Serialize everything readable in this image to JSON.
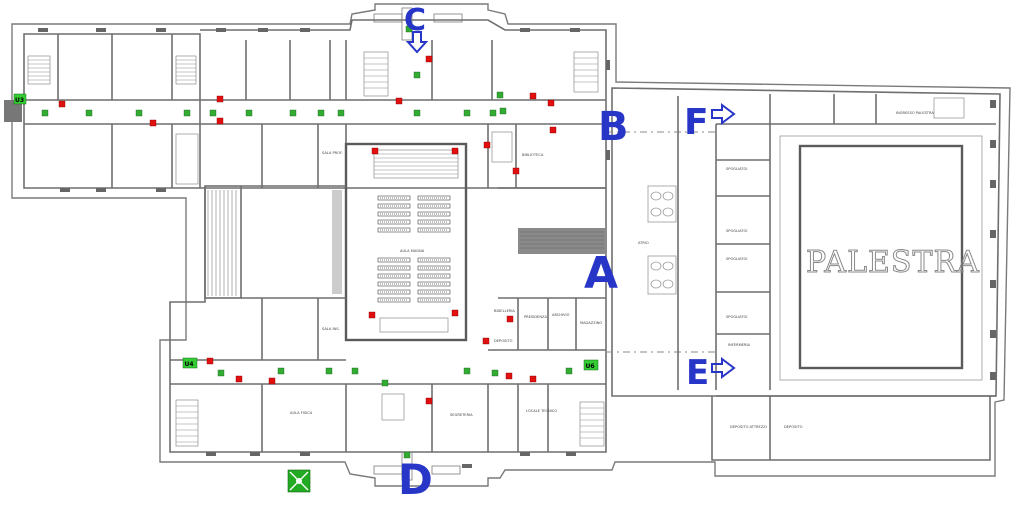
{
  "entrances": {
    "a": "A",
    "b": "B",
    "c": "C",
    "d": "D",
    "e": "E",
    "f": "F"
  },
  "exits": {
    "u3": "U3",
    "u4": "U4",
    "u6": "U6"
  },
  "gym_label": "PALESTRA",
  "colors": {
    "annotation_blue": "#2836c8",
    "fire_equipment_red": "#e01010",
    "exit_sign_green": "#33aa33"
  },
  "icons": {
    "arrow": "arrow-icon",
    "assembly_point": "assembly-point-icon"
  },
  "rooms": {
    "aula_magna": "AULA MAGNA",
    "atrio": "ATRIO",
    "lab_fisica": "AULA FISICA",
    "sala_ins": "SALA INS.",
    "segreteria": "SEGRETERIA",
    "presidenza": "PRESIDENZA",
    "biblioteca": "BIBLIOTECA",
    "spogliatoi": "SPOGLIATOI",
    "infermeria": "INFERMERIA",
    "deposito": "DEPOSITO",
    "bidelleria": "BIDELLERIA",
    "locale_tecnico": "LOCALE TECNICO",
    "magazzino": "MAGAZZINO",
    "archivio": "ARCHIVIO",
    "sala_prof": "SALA PROF.",
    "ingresso": "INGRESSO PALESTRA",
    "attrezzi": "DEPOSITO ATTREZZI"
  }
}
